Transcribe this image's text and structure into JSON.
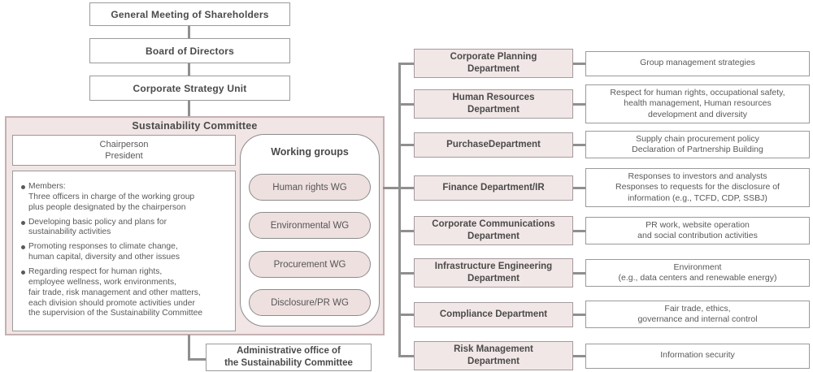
{
  "colors": {
    "committee_fill": "#f1e5e5",
    "committee_border": "#c6b0b2",
    "pill_fill": "#efe0e0",
    "department_fill": "#f2e7e7",
    "box_border": "#9a9a9a",
    "connector": "#8f8f8f",
    "heading_text": "#4a4a4a",
    "body_text": "#595959"
  },
  "governance_chain": [
    {
      "label": "General Meeting of Shareholders"
    },
    {
      "label": "Board of Directors"
    },
    {
      "label": "Corporate Strategy Unit"
    }
  ],
  "committee": {
    "title": "Sustainability Committee",
    "chair": "Chairperson\nPresident",
    "bullets": [
      "Members:\nThree officers in charge of the working group\nplus people designated by the chairperson",
      "Developing basic policy and plans for\nsustainability activities",
      "Promoting responses to climate change,\nhuman capital, diversity and other issues",
      "Regarding respect for human rights,\nemployee wellness, work environments,\nfair trade, risk management and other matters,\neach division should promote activities under\nthe supervision of the Sustainability Committee"
    ],
    "working_groups": {
      "title": "Working groups",
      "items": [
        "Human rights WG",
        "Environmental WG",
        "Procurement WG",
        "Disclosure/PR WG"
      ]
    }
  },
  "admin_office": {
    "label": "Administrative office of\nthe Sustainability Committee"
  },
  "departments": [
    {
      "name": "Corporate Planning\nDepartment",
      "responsibility": "Group management strategies"
    },
    {
      "name": "Human Resources\nDepartment",
      "responsibility": "Respect for human rights, occupational safety,\nhealth management, Human resources\ndevelopment and diversity"
    },
    {
      "name": "PurchaseDepartment",
      "responsibility": "Supply chain procurement policy\nDeclaration of Partnership Building"
    },
    {
      "name": "Finance Department/IR",
      "responsibility": "Responses to investors and analysts\nResponses to requests for the disclosure of\ninformation (e.g., TCFD, CDP, SSBJ)"
    },
    {
      "name": "Corporate Communications\nDepartment",
      "responsibility": "PR work, website operation\nand social contribution activities"
    },
    {
      "name": "Infrastructure Engineering\nDepartment",
      "responsibility": "Environment\n(e.g., data centers and renewable energy)"
    },
    {
      "name": "Compliance Department",
      "responsibility": "Fair trade, ethics,\ngovernance and internal control"
    },
    {
      "name": "Risk Management\nDepartment",
      "responsibility": "Information security"
    }
  ]
}
